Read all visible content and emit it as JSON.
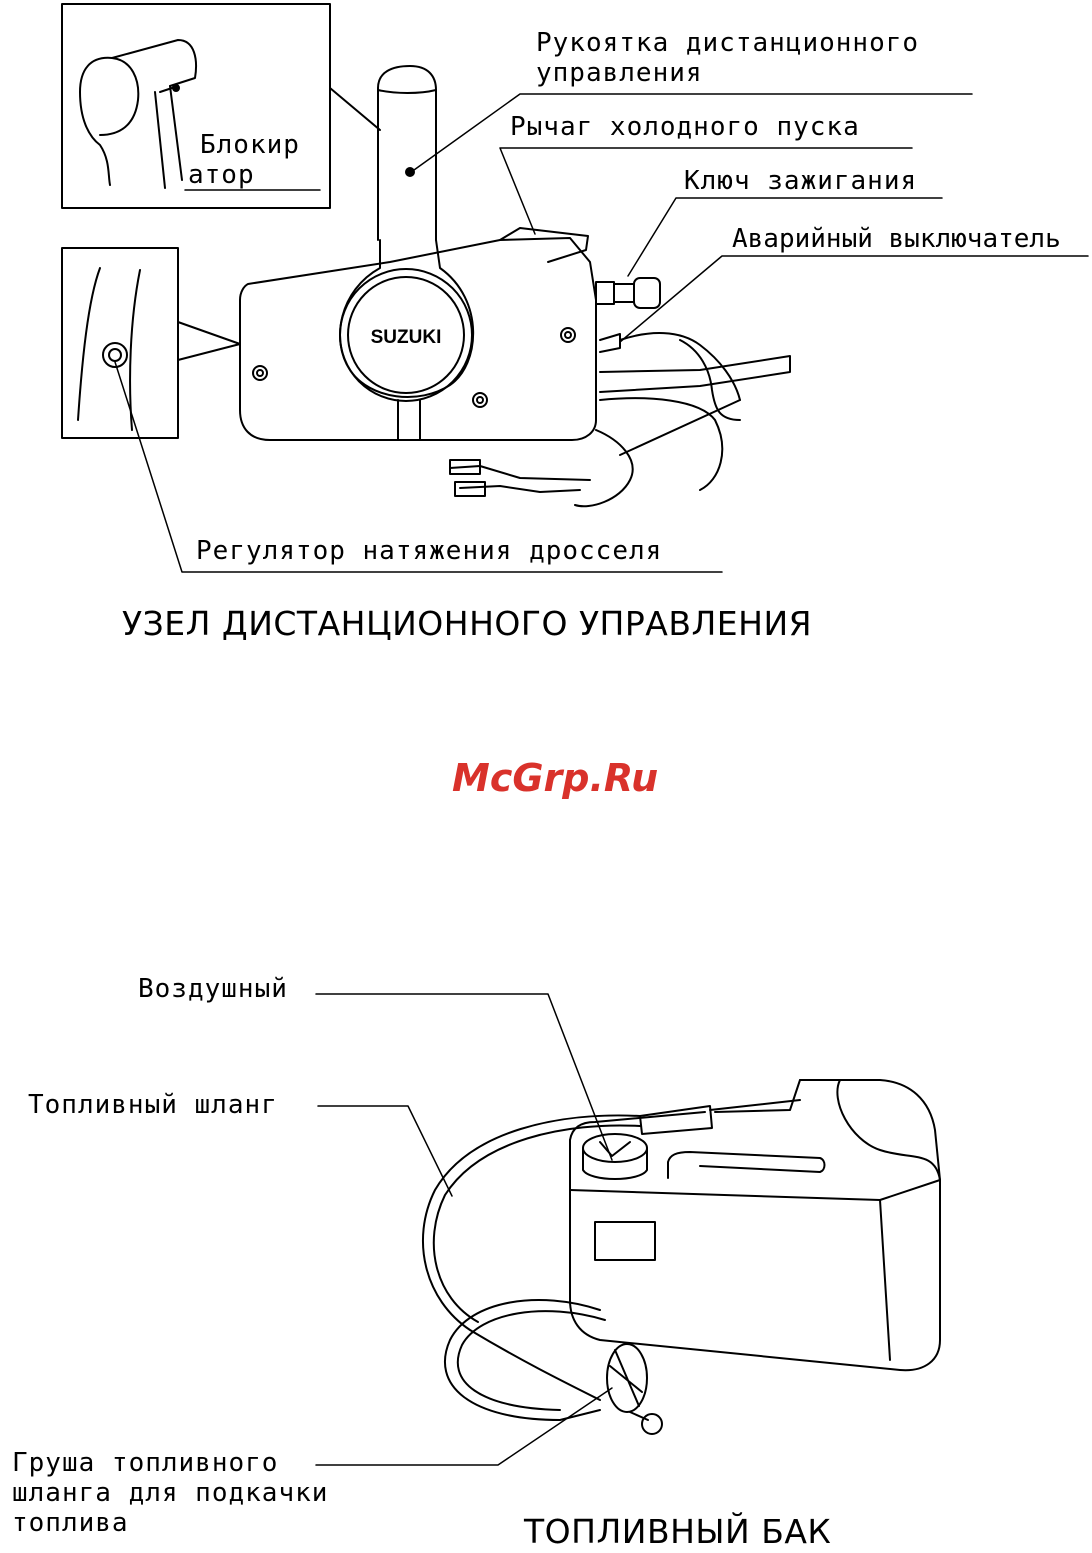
{
  "remote_control": {
    "title": "УЗЕЛ ДИСТАНЦИОННОГО УПРАВЛЕНИЯ",
    "brand_logo": "SUZUKI",
    "labels": {
      "handle_line1": "Рукоятка дистанционного",
      "handle_line2": "управления",
      "cold_start": "Рычаг холодного пуска",
      "ignition_key": "Ключ зажигания",
      "emergency_switch": "Аварийный выключатель",
      "lock_line1": "Блокир",
      "lock_line2": "атор",
      "throttle_tension": "Регулятор натяжения дросселя"
    }
  },
  "watermark": "McGrp.Ru",
  "fuel_tank": {
    "title": "ТОПЛИВНЫЙ  БАК",
    "labels": {
      "air_vent": "Воздушный",
      "fuel_hose": "Топливный шланг",
      "primer_line1": "Груша топливного",
      "primer_line2": "шланга для подкачки",
      "primer_line3": "топлива"
    }
  },
  "colors": {
    "line": "#000000",
    "watermark": "#d9322b",
    "background": "#ffffff"
  }
}
